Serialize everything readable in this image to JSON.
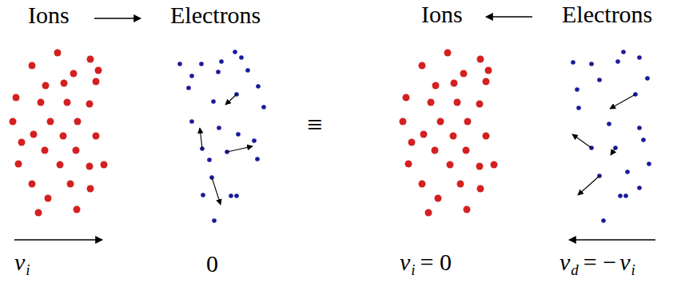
{
  "diagram": {
    "labels": [
      "Ions",
      "Electrons",
      "≡",
      "Ions",
      "Electrons",
      "v",
      "i",
      "0",
      "v",
      "i",
      "= 0",
      "v",
      "d",
      "= −",
      "v",
      "i"
    ]
  }
}
